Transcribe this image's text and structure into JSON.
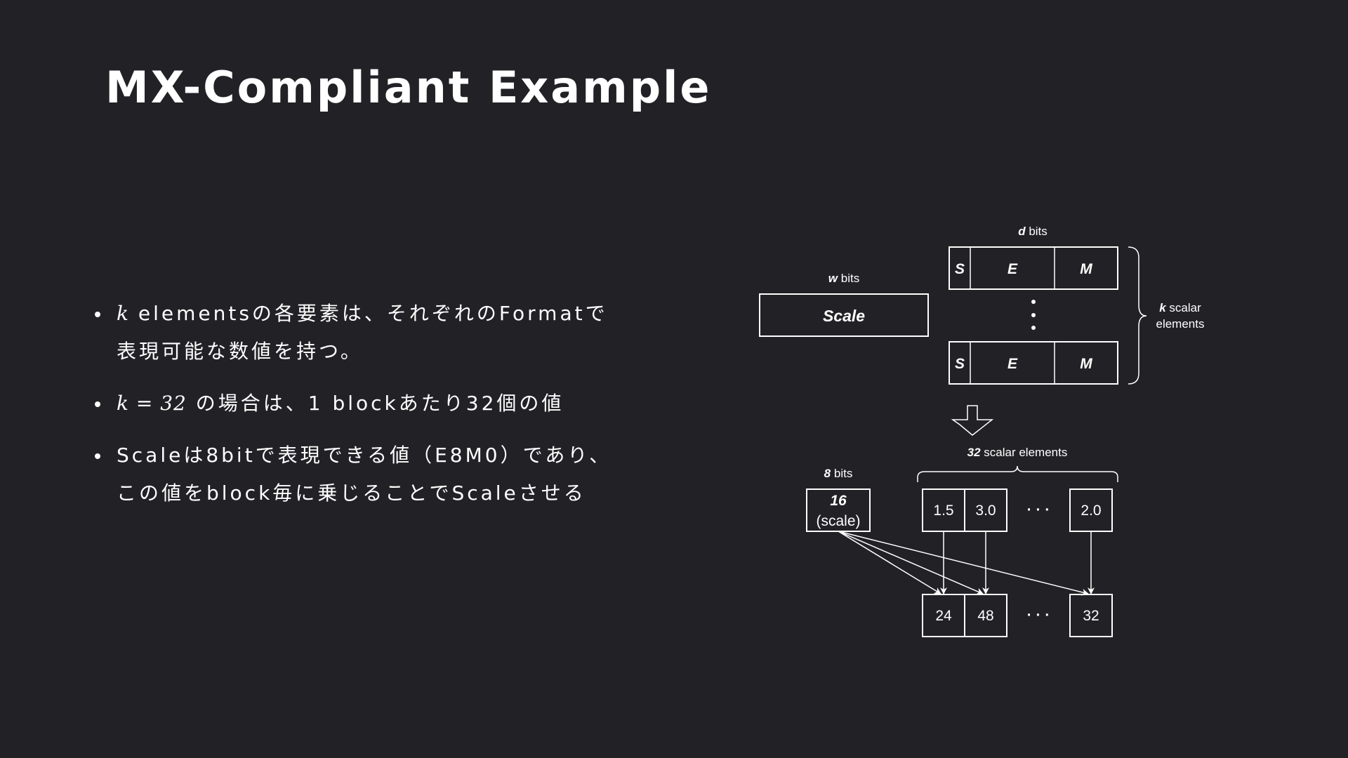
{
  "title": "MX-Compliant Example",
  "bullets": [
    {
      "math": "k",
      "text_line1": " elementsの各要素は、それぞれのFormatで",
      "text_line2": "表現可能な数値を持つ。"
    },
    {
      "math": "k = 32",
      "text": " の場合は、1 blockあたり32個の値"
    },
    {
      "text_line1": "Scaleは8bitで表現できる値（E8M0）であり、",
      "text_line2": "この値をblock毎に乗じることでScaleさせる"
    }
  ],
  "diagram": {
    "w_bits": {
      "var": "w",
      "unit": " bits"
    },
    "scale_label": "Scale",
    "d_bits": {
      "var": "d",
      "unit": " bits"
    },
    "element_fields": [
      "S",
      "E",
      "M"
    ],
    "k_scalar": {
      "var": "k",
      "line1": " scalar",
      "line2": "elements"
    },
    "eight_bits": {
      "var": "8",
      "unit": " bits"
    },
    "scalar_elements_32": {
      "var": "32",
      "unit": " scalar elements"
    },
    "scale_value": "16",
    "scale_note": "(scale)",
    "input_values": [
      "1.5",
      "3.0",
      "2.0"
    ],
    "output_values": [
      "24",
      "48",
      "32"
    ],
    "ellipsis": "· · ·"
  }
}
